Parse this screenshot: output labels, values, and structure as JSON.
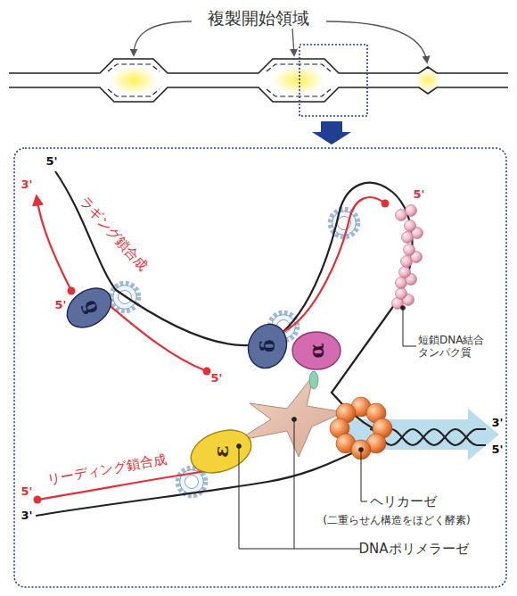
{
  "diagram": {
    "nodes": [
      {
        "text": [
          "δ"
        ]
      },
      {
        "text": [
          "δ"
        ]
      },
      {
        "text": [
          "α"
        ]
      },
      {
        "text": [
          "ε"
        ]
      }
    ],
    "labels": [
      "複製開始領域",
      "5'",
      "3'",
      "ラギング鎖合成",
      "5'",
      "5'",
      "5'",
      "短鎖DNA結合 タンパク質",
      "3'",
      "5'",
      "リーディング鎖合成",
      "ヘリカーゼ",
      "(二重らせん構造をほどく酵素)",
      "5'",
      "3'",
      "DNAポリメラーゼ"
    ]
  }
}
